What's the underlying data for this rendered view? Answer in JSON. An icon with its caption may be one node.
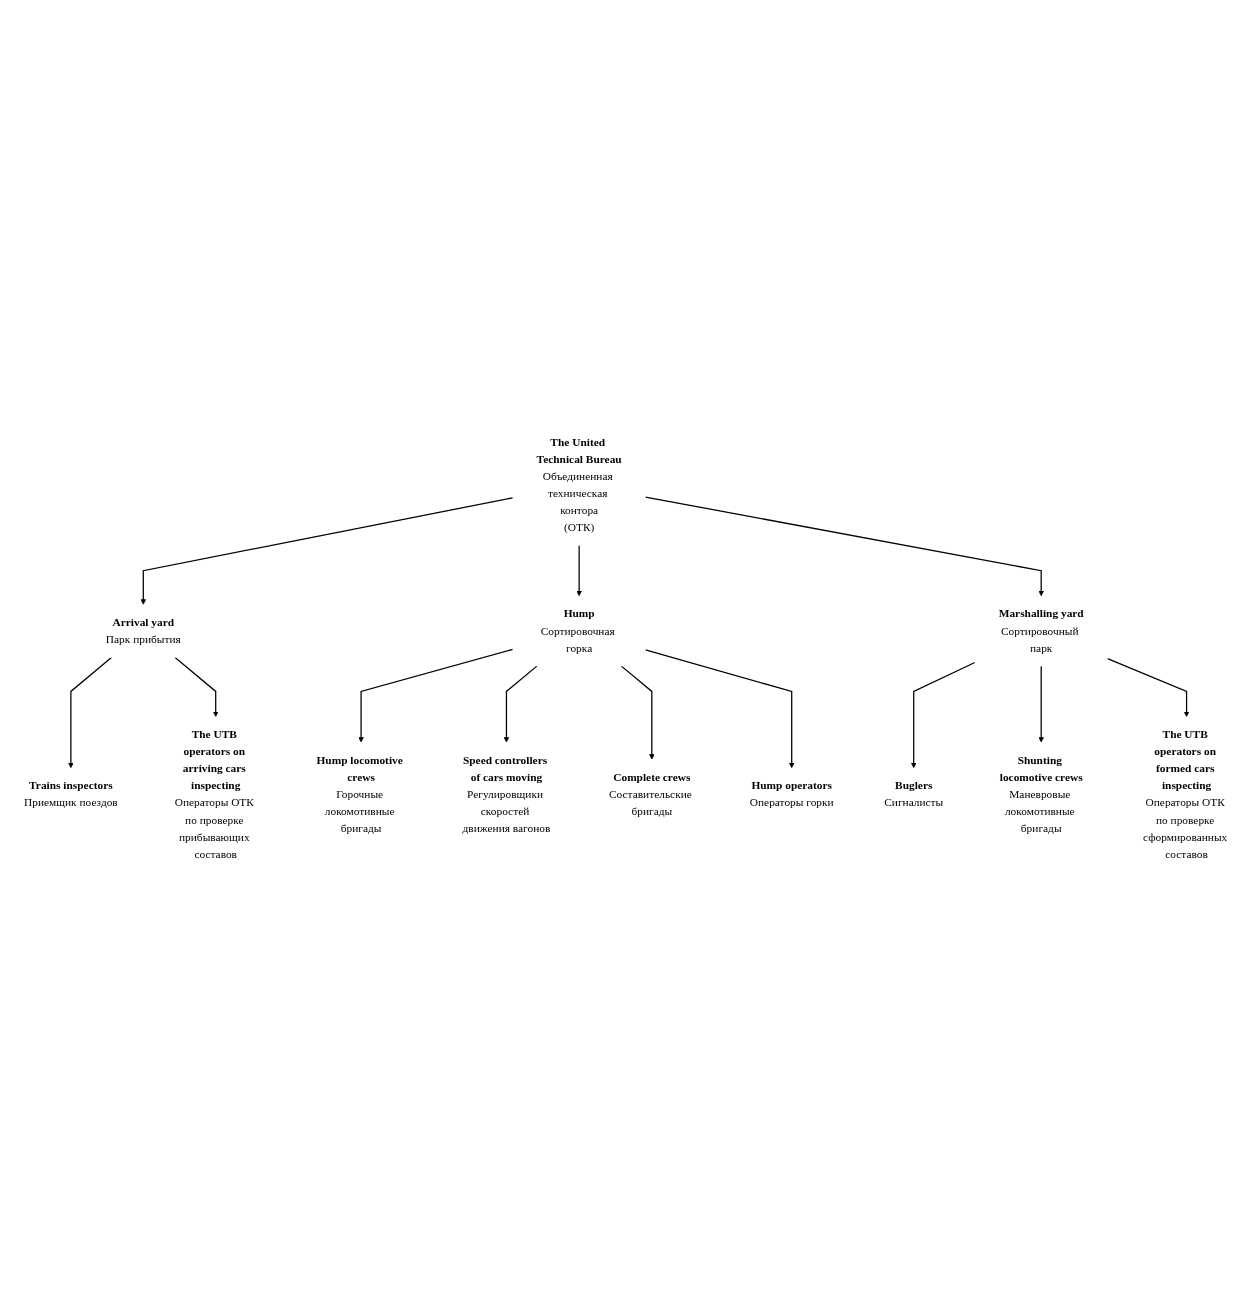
{
  "diagram": {
    "nodes": [
      {
        "text": [
          "The United Technical Bureau",
          "Объединенная техническая контора",
          "(ОТК)"
        ]
      },
      {
        "text": [
          "Arrival yard",
          "Парк прибытия"
        ]
      },
      {
        "text": [
          "Hump",
          "Сортировочная горка"
        ]
      },
      {
        "text": [
          "Marshalling yard",
          "Сортировочный парк"
        ]
      },
      {
        "text": [
          "Trains inspectors",
          "Приемщик поездов"
        ]
      },
      {
        "text": [
          "The UTB operators on arriving cars inspecting",
          "Операторы ОТК по проверке прибывающих составов"
        ]
      },
      {
        "text": [
          "Hump locomotive crews",
          "Горочные локомотивные бригады"
        ]
      },
      {
        "text": [
          "Speed controllers of cars moving",
          "Регулировщики скоростей движения вагонов"
        ]
      },
      {
        "text": [
          "Complete crews",
          "Составительские бригады"
        ]
      },
      {
        "text": [
          "Hump operators",
          "Операторы горки"
        ]
      },
      {
        "text": [
          "Buglers",
          "Сигналисты"
        ]
      },
      {
        "text": [
          "Shunting locomotive crews",
          "Маневровые локомотивные бригады"
        ]
      },
      {
        "text": [
          "The UTB operators on formed cars inspecting",
          "Операторы ОТК по проверке сформированных составов"
        ]
      }
    ],
    "edges": [
      {
        "from": 0,
        "to": 1,
        "arrow": "to"
      },
      {
        "from": 0,
        "to": 2,
        "arrow": "to"
      },
      {
        "from": 0,
        "to": 3,
        "arrow": "to"
      },
      {
        "from": 1,
        "to": 4,
        "arrow": "to"
      },
      {
        "from": 1,
        "to": 5,
        "arrow": "to"
      },
      {
        "from": 2,
        "to": 6,
        "arrow": "to"
      },
      {
        "from": 2,
        "to": 7,
        "arrow": "to"
      },
      {
        "from": 2,
        "to": 8,
        "arrow": "to"
      },
      {
        "from": 2,
        "to": 9,
        "arrow": "to"
      },
      {
        "from": 3,
        "to": 10,
        "arrow": "to"
      },
      {
        "from": 3,
        "to": 11,
        "arrow": "to"
      },
      {
        "from": 3,
        "to": 12,
        "arrow": "to"
      }
    ]
  }
}
